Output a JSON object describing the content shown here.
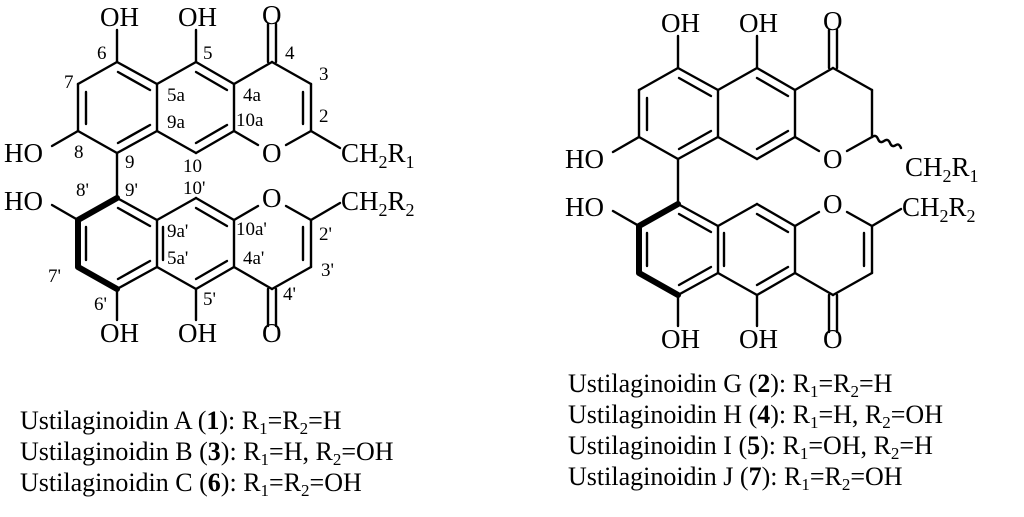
{
  "figure": {
    "type": "chemical-structure-figure",
    "left_structure": {
      "atoms": {
        "oh6": "OH",
        "oh5": "OH",
        "o4": "O",
        "ho8": "HO",
        "o1": "O",
        "ch2r1": {
          "main": "CH",
          "sub": "2",
          "r": "R",
          "rsub": "1"
        },
        "ho8p": "HO",
        "o1p": "O",
        "ch2r2": {
          "main": "CH",
          "sub": "2",
          "r": "R",
          "rsub": "2"
        },
        "oh6p": "OH",
        "oh5p": "OH",
        "o4p": "O"
      },
      "locants": {
        "c6": "6",
        "c5": "5",
        "c4": "4",
        "c3": "3",
        "c7": "7",
        "c5a": "5a",
        "c4a": "4a",
        "c2": "2",
        "c9a": "9a",
        "c10a": "10a",
        "c8": "8",
        "c9": "9",
        "c10": "10",
        "c8p": "8'",
        "c9p": "9'",
        "c10p": "10'",
        "c9ap": "9a'",
        "c10ap": "10a'",
        "c2p": "2'",
        "c5ap": "5a'",
        "c4ap": "4a'",
        "c3p": "3'",
        "c7p": "7'",
        "c6p": "6'",
        "c5p": "5'",
        "c4p": "4'"
      }
    },
    "right_structure": {
      "atoms": {
        "oh6": "OH",
        "oh5": "OH",
        "o4": "O",
        "ho8": "HO",
        "o1": "O",
        "ch2r1": {
          "main": "CH",
          "sub": "2",
          "r": "R",
          "rsub": "1"
        },
        "ho8p": "HO",
        "o1p": "O",
        "ch2r2": {
          "main": "CH",
          "sub": "2",
          "r": "R",
          "rsub": "2"
        },
        "oh6p": "OH",
        "oh5p": "OH",
        "o4p": "O"
      }
    }
  },
  "legend_left": [
    {
      "name": "Ustilaginoidin A",
      "id": "1",
      "r1_label": "R",
      "r1_sub": "1",
      "eq1": "=",
      "r2_label": "R",
      "r2_sub": "2",
      "rest": "=H",
      "mid": ""
    },
    {
      "name": "Ustilaginoidin B",
      "id": "3",
      "r1_label": "R",
      "r1_sub": "1",
      "eq1": "=H, ",
      "r2_label": "R",
      "r2_sub": "2",
      "rest": "=OH",
      "mid": ""
    },
    {
      "name": "Ustilaginoidin C",
      "id": "6",
      "r1_label": "R",
      "r1_sub": "1",
      "eq1": "=",
      "r2_label": "R",
      "r2_sub": "2",
      "rest": "=OH",
      "mid": ""
    }
  ],
  "legend_right": [
    {
      "name": "Ustilaginoidin G",
      "id": "2",
      "r1_label": "R",
      "r1_sub": "1",
      "eq1": "=",
      "r2_label": "R",
      "r2_sub": "2",
      "rest": "=H"
    },
    {
      "name": "Ustilaginoidin H",
      "id": "4",
      "r1_label": "R",
      "r1_sub": "1",
      "eq1": "=H, ",
      "r2_label": "R",
      "r2_sub": "2",
      "rest": "=OH"
    },
    {
      "name": "Ustilaginoidin I",
      "id": "5",
      "r1_label": "R",
      "r1_sub": "1",
      "eq1": "=OH, ",
      "r2_label": "R",
      "r2_sub": "2",
      "rest": "=H"
    },
    {
      "name": "Ustilaginoidin J",
      "id": "7",
      "r1_label": "R",
      "r1_sub": "1",
      "eq1": "=",
      "r2_label": "R",
      "r2_sub": "2",
      "rest": "=OH"
    }
  ],
  "colors": {
    "ink": "#000000",
    "background": "#ffffff"
  }
}
